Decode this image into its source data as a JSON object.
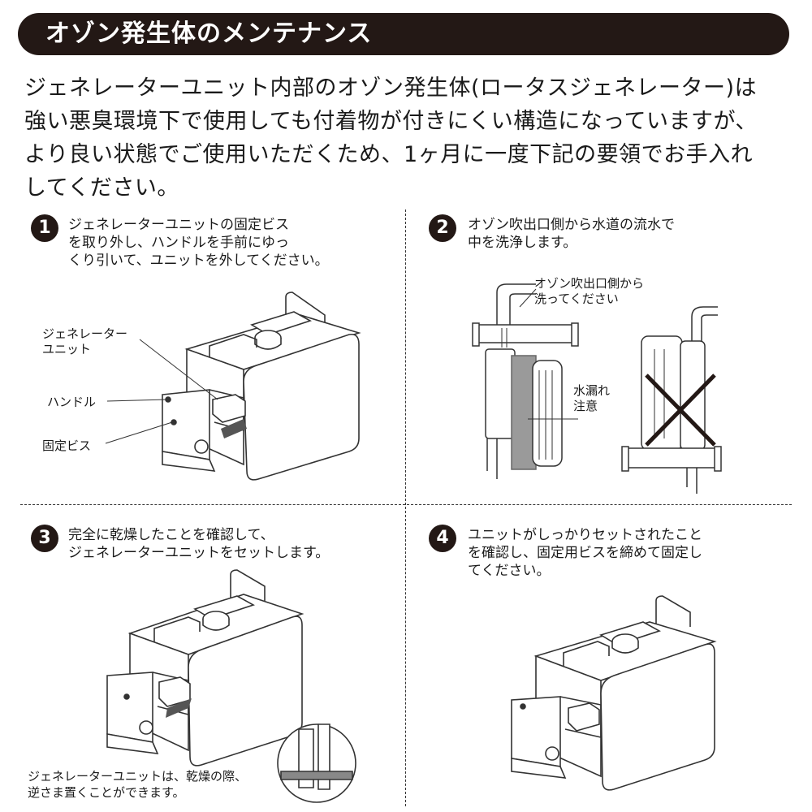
{
  "header": {
    "title": "オゾン発生体のメンテナンス"
  },
  "intro": {
    "lines": [
      "ジェネレーターユニット内部のオゾン発生体(ロータスジェネレーター)は",
      "強い悪臭環境下で使用しても付着物が付きにくい構造になっていますが、",
      "より良い状態でご使用いただくため、1ヶ月に一度下記の要領でお手入れ",
      "してください。"
    ]
  },
  "steps": [
    {
      "num": "1",
      "lines": [
        "ジェネレーターユニットの固定ビス",
        "を取り外し、ハンドルを手前にゆっ",
        "くり引いて、ユニットを外してください。"
      ],
      "labels": {
        "unit_line1": "ジェネレーター",
        "unit_line2": "ユニット",
        "handle": "ハンドル",
        "screw": "固定ビス"
      }
    },
    {
      "num": "2",
      "lines": [
        "オゾン吹出口側から水道の流水で",
        "中を洗浄します。"
      ],
      "labels": {
        "wash_line1": "オゾン吹出口側から",
        "wash_line2": "洗ってください",
        "leak_line1": "水漏れ",
        "leak_line2": "注意"
      }
    },
    {
      "num": "3",
      "lines": [
        "完全に乾燥したことを確認して、",
        "ジェネレーターユニットをセットします。"
      ],
      "note_lines": [
        "ジェネレーターユニットは、乾燥の際、",
        "逆さま置くことができます。"
      ]
    },
    {
      "num": "4",
      "lines": [
        "ユニットがしっかりセットされたこと",
        "を確認し、固定用ビスを締めて固定し",
        "てください。"
      ]
    }
  ]
}
